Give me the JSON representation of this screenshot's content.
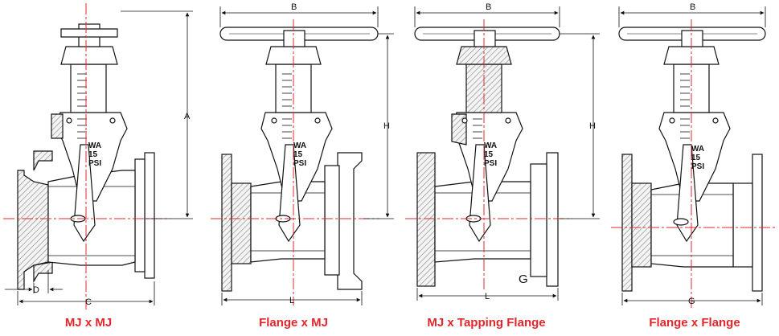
{
  "colors": {
    "caption": "#e3262b",
    "centerline": "#e3262b",
    "line": "#111111",
    "hatch": "#8a8a8a"
  },
  "valve_markings": [
    "WA",
    "15",
    "PSI"
  ],
  "views": [
    {
      "caption": "MJ x MJ",
      "labels": {
        "A": "A",
        "C": "C",
        "D": "D"
      }
    },
    {
      "caption": "Flange x MJ",
      "labels": {
        "B": "B",
        "H": "H",
        "L": "L"
      }
    },
    {
      "caption": "MJ x Tapping Flange",
      "labels": {
        "B": "B",
        "H": "H",
        "L": "L",
        "G": "G"
      }
    },
    {
      "caption": "Flange x Flange",
      "labels": {
        "B": "B",
        "G": "G"
      }
    }
  ]
}
